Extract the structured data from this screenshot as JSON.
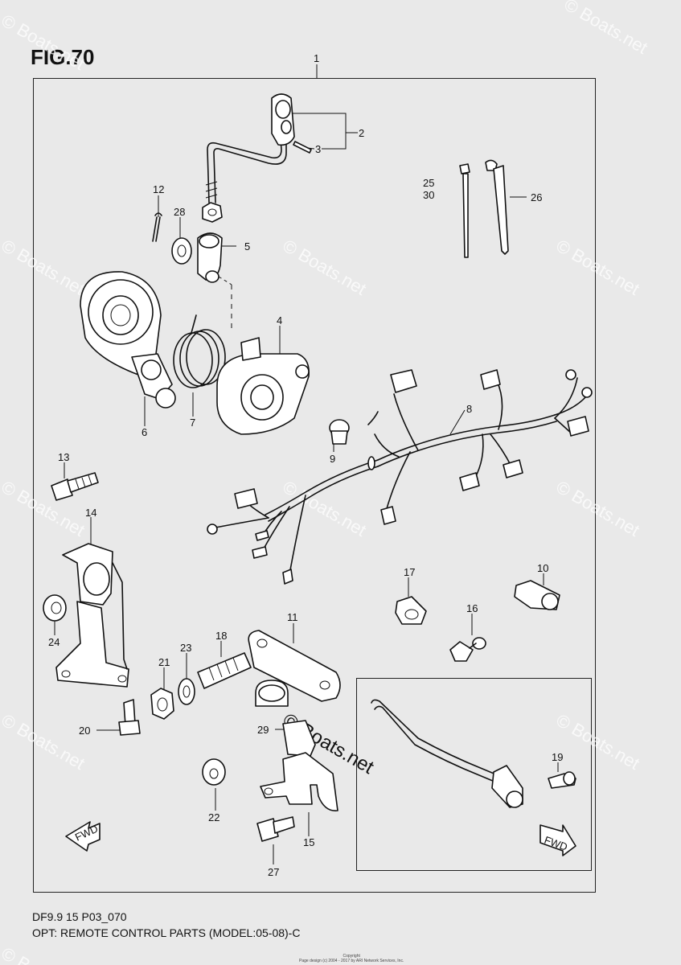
{
  "figure": {
    "title": "FIG.70"
  },
  "callouts": {
    "n1": "1",
    "n2": "2",
    "n3": "3",
    "n4": "4",
    "n5": "5",
    "n6": "6",
    "n7": "7",
    "n8": "8",
    "n9": "9",
    "n10": "10",
    "n11": "11",
    "n12": "12",
    "n13": "13",
    "n14": "14",
    "n15a": "15",
    "n15b": "15",
    "n16": "16",
    "n17": "17",
    "n18": "18",
    "n19": "19",
    "n20": "20",
    "n21": "21",
    "n22": "22",
    "n23": "23",
    "n24": "24",
    "n25": "25",
    "n26": "26",
    "n27": "27",
    "n28": "28",
    "n29": "29",
    "n30": "30"
  },
  "direction_labels": {
    "left": "FWD",
    "right": "FWD"
  },
  "footer": {
    "code": "DF9.9 15 P03_070",
    "caption": "OPT: REMOTE CONTROL PARTS (MODEL:05-08)-C",
    "copyright_heading": "Copyright",
    "copyright_text": "Page design (c) 2004 - 2017 by ARI Network Services, Inc."
  },
  "watermark": {
    "text": "© Boats.net",
    "center_text": "© Boats.net"
  }
}
